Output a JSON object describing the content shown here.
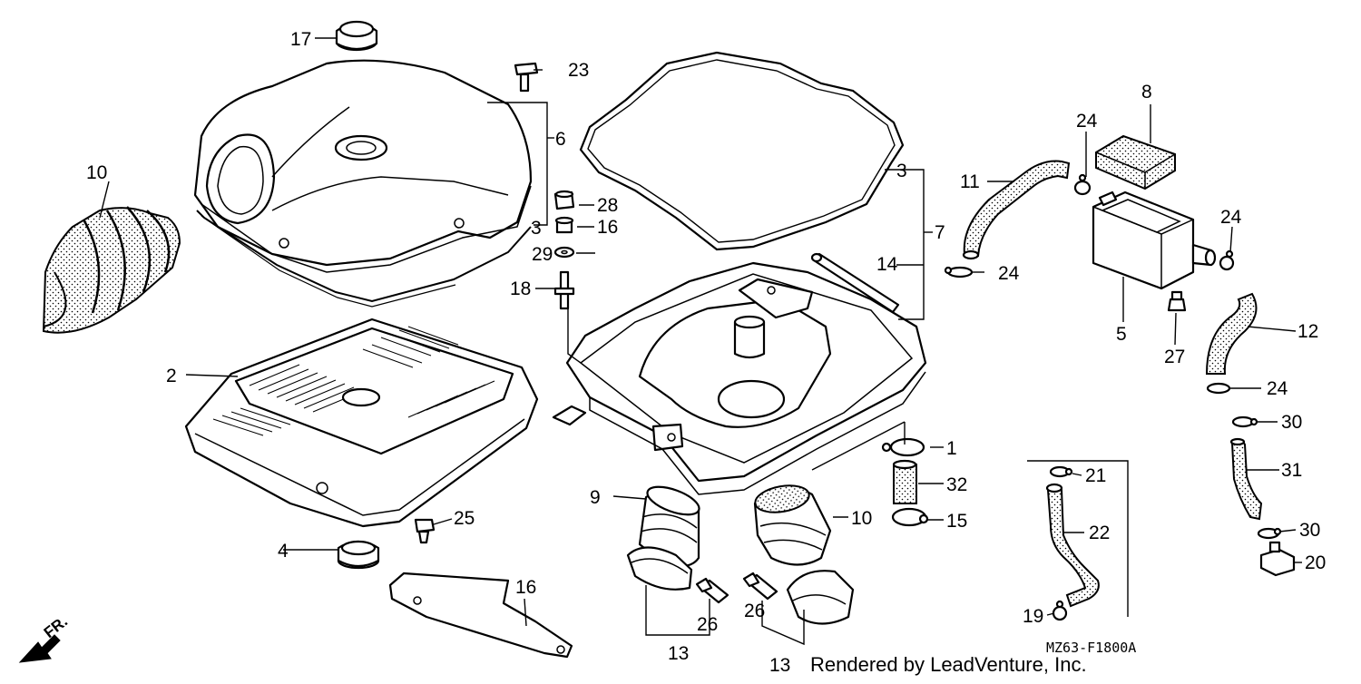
{
  "diagram": {
    "drawing_code": "MZ63-F1800A",
    "watermark": "Rendered by LeadVenture, Inc.",
    "front_marker": "FR."
  },
  "callouts": [
    {
      "id": "c1",
      "label": "1"
    },
    {
      "id": "c2",
      "label": "2"
    },
    {
      "id": "c3a",
      "label": "3"
    },
    {
      "id": "c3b",
      "label": "3"
    },
    {
      "id": "c4",
      "label": "4"
    },
    {
      "id": "c5",
      "label": "5"
    },
    {
      "id": "c6",
      "label": "6"
    },
    {
      "id": "c7",
      "label": "7"
    },
    {
      "id": "c8",
      "label": "8"
    },
    {
      "id": "c9",
      "label": "9"
    },
    {
      "id": "c10a",
      "label": "10"
    },
    {
      "id": "c10b",
      "label": "10"
    },
    {
      "id": "c11",
      "label": "11"
    },
    {
      "id": "c12",
      "label": "12"
    },
    {
      "id": "c13a",
      "label": "13"
    },
    {
      "id": "c13b",
      "label": "13"
    },
    {
      "id": "c14",
      "label": "14"
    },
    {
      "id": "c15",
      "label": "15"
    },
    {
      "id": "c16a",
      "label": "16"
    },
    {
      "id": "c16b",
      "label": "16"
    },
    {
      "id": "c17",
      "label": "17"
    },
    {
      "id": "c18",
      "label": "18"
    },
    {
      "id": "c19",
      "label": "19"
    },
    {
      "id": "c20",
      "label": "20"
    },
    {
      "id": "c21",
      "label": "21"
    },
    {
      "id": "c22",
      "label": "22"
    },
    {
      "id": "c23",
      "label": "23"
    },
    {
      "id": "c24a",
      "label": "24"
    },
    {
      "id": "c24b",
      "label": "24"
    },
    {
      "id": "c24c",
      "label": "24"
    },
    {
      "id": "c24d",
      "label": "24"
    },
    {
      "id": "c25",
      "label": "25"
    },
    {
      "id": "c26a",
      "label": "26"
    },
    {
      "id": "c26b",
      "label": "26"
    },
    {
      "id": "c27",
      "label": "27"
    },
    {
      "id": "c28",
      "label": "28"
    },
    {
      "id": "c29",
      "label": "29"
    },
    {
      "id": "c30a",
      "label": "30"
    },
    {
      "id": "c30b",
      "label": "30"
    },
    {
      "id": "c31",
      "label": "31"
    },
    {
      "id": "c32",
      "label": "32"
    }
  ]
}
